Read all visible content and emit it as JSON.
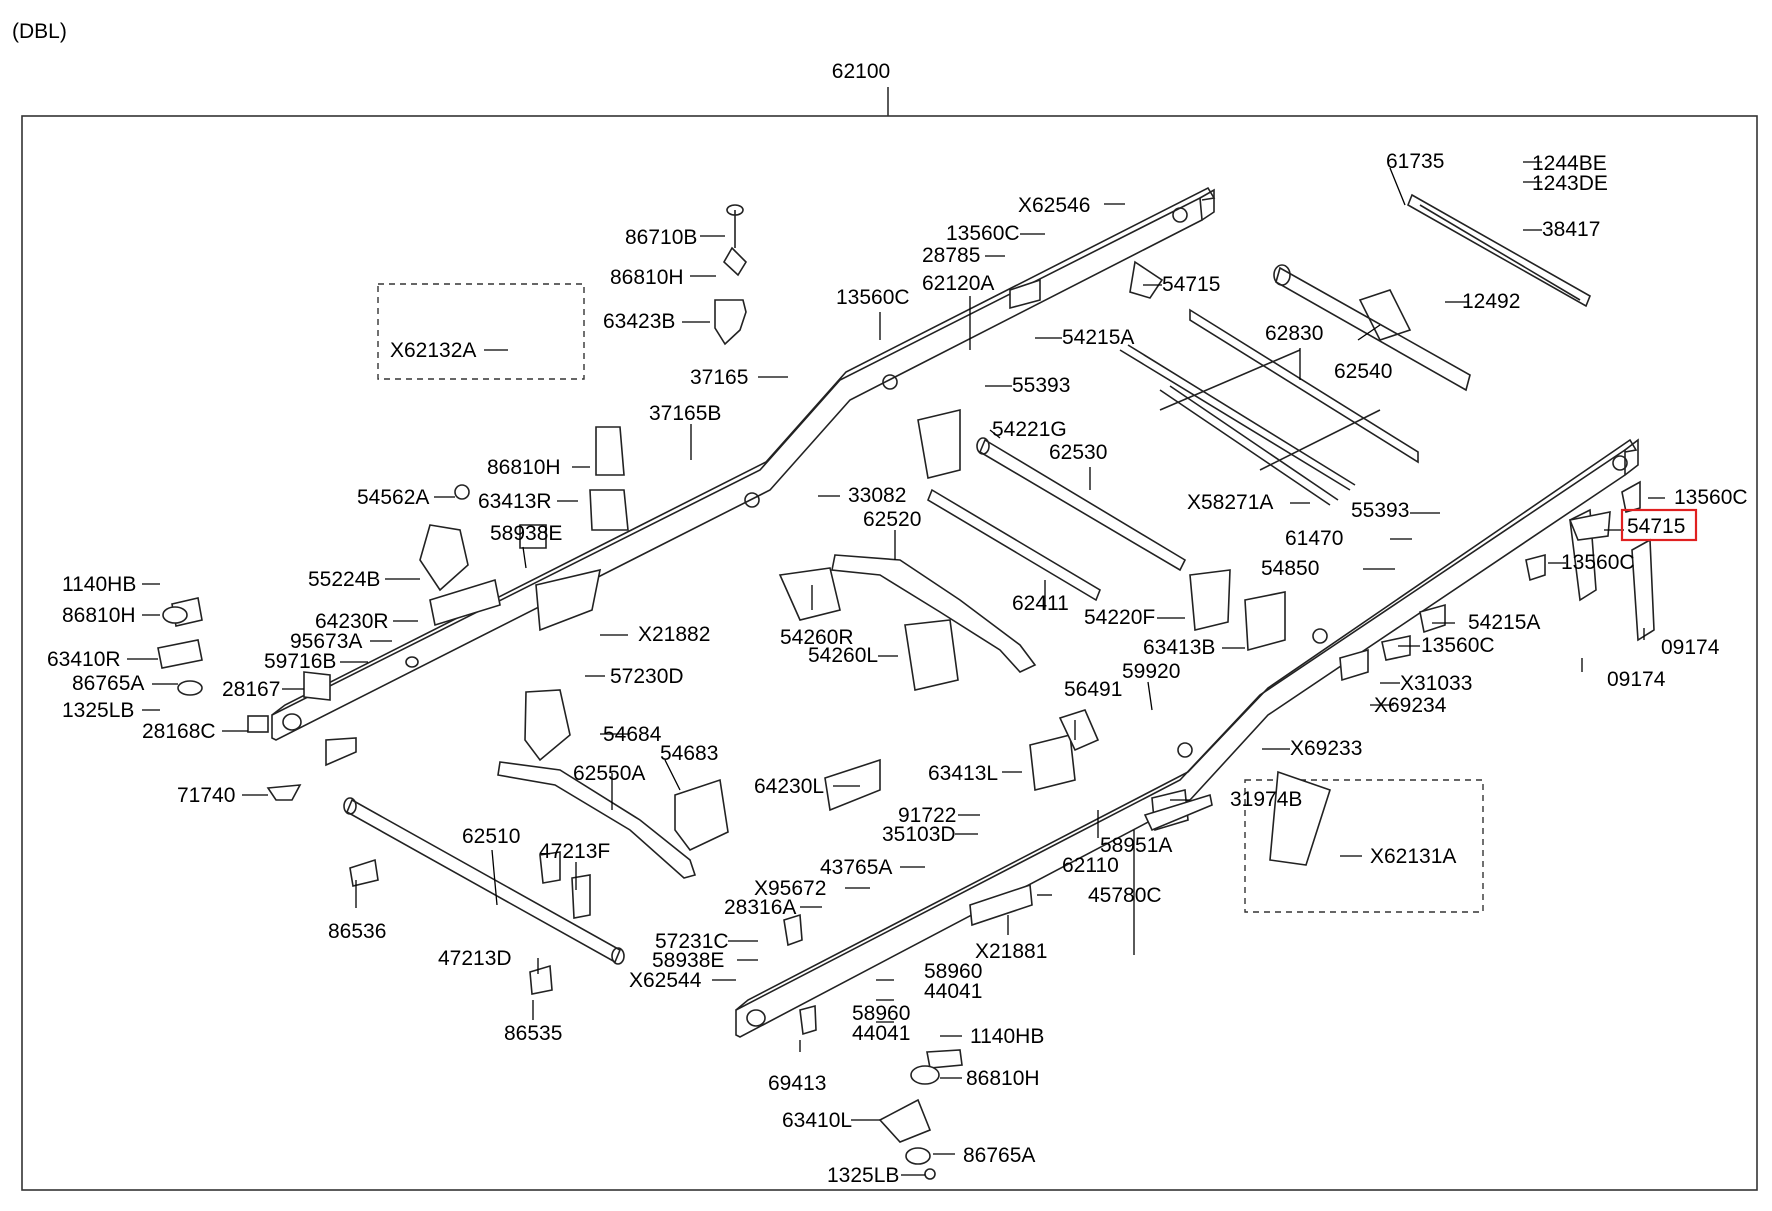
{
  "variant_label": "(DBL)",
  "assembly_number": "62100",
  "highlight_color": "#e02020",
  "highlighted_part": "54715",
  "labels": {
    "l01": "86710B",
    "l02": "86810H",
    "l03": "63423B",
    "l04": "X62132A",
    "l05": "37165",
    "l06": "37165B",
    "l07": "13560C",
    "l08": "62120A",
    "l09": "28785",
    "l10": "13560C",
    "l11": "X62546",
    "l12": "54715",
    "l13": "54215A",
    "l14": "55393",
    "l15": "61735",
    "l16": "1244BE",
    "l17": "1243DE",
    "l18": "38417",
    "l19": "12492",
    "l20": "62830",
    "l21": "62540",
    "l22": "54221G",
    "l23": "62530",
    "l24": "X58271A",
    "l25": "55393",
    "l26": "61470",
    "l27": "54850",
    "l28": "13560C",
    "l29": "54715",
    "l30": "13560C",
    "l31": "09174",
    "l32": "09174",
    "l33": "54215A",
    "l34": "13560C",
    "l35": "X31033",
    "l36": "X69234",
    "l37": "X69233",
    "l38": "86810H",
    "l39": "63413R",
    "l40": "54562A",
    "l41": "58938E",
    "l42": "55224B",
    "l43": "64230R",
    "l44": "95673A",
    "l45": "59716B",
    "l46": "1140HB",
    "l47": "86810H",
    "l48": "63410R",
    "l49": "86765A",
    "l50": "28167",
    "l51": "1325LB",
    "l52": "28168C",
    "l53": "71740",
    "l54": "33082",
    "l55": "62520",
    "l56": "X21882",
    "l57": "57230D",
    "l58": "54260R",
    "l59": "54260L",
    "l60": "62411",
    "l61": "54220F",
    "l62": "63413B",
    "l63": "59920",
    "l64": "56491",
    "l65": "63413L",
    "l66": "54684",
    "l67": "54683",
    "l68": "62550A",
    "l69": "64230L",
    "l70": "91722",
    "l71": "35103D",
    "l72": "62510",
    "l73": "47213F",
    "l74": "86536",
    "l75": "43765A",
    "l76": "X95672",
    "l77": "28316A",
    "l78": "62110",
    "l79": "58951A",
    "l80": "31974B",
    "l81": "X62131A",
    "l82": "45780C",
    "l83": "X21881",
    "l84": "57231C",
    "l85": "58938E",
    "l86": "X62544",
    "l87": "47213D",
    "l88": "86535",
    "l89": "58960",
    "l90": "44041",
    "l91": "58960",
    "l92": "44041",
    "l93": "1140HB",
    "l94": "69413",
    "l95": "86810H",
    "l96": "63410L",
    "l97": "86765A",
    "l98": "1325LB"
  }
}
